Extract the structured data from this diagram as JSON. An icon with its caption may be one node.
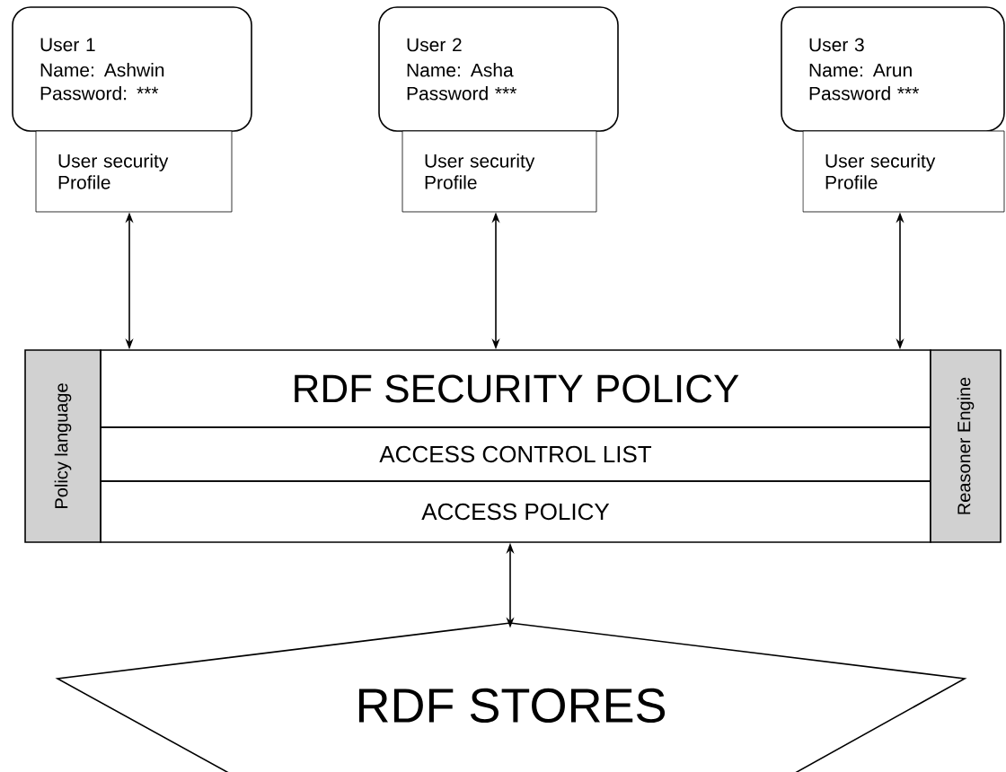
{
  "diagram": {
    "nodes": [
      {
        "text": [
          "User 1",
          "Name:  Ashwin",
          "Password: ***"
        ]
      },
      {
        "text": [
          "User security Profile"
        ]
      },
      {
        "text": [
          "User 2",
          "Name: Asha",
          "Password ***"
        ]
      },
      {
        "text": [
          "User security Profile"
        ]
      },
      {
        "text": [
          "User 3",
          "Name: Arun",
          "Password ***"
        ]
      },
      {
        "text": [
          "User security Profile"
        ]
      },
      {
        "text": [
          "Policy language"
        ]
      },
      {
        "text": [
          "RDF SECURITY POLICY"
        ]
      },
      {
        "text": [
          "ACCESS CONTROL LIST"
        ]
      },
      {
        "text": [
          "ACCESS POLICY"
        ]
      },
      {
        "text": [
          "Reasoner Engine"
        ]
      },
      {
        "text": [
          "RDF STORES"
        ]
      }
    ],
    "edges": [
      {
        "from": 1,
        "to": 7,
        "arrow": "both"
      },
      {
        "from": 3,
        "to": 7,
        "arrow": "both"
      },
      {
        "from": 5,
        "to": 7,
        "arrow": "both"
      },
      {
        "from": 9,
        "to": 11,
        "arrow": "both"
      }
    ]
  }
}
